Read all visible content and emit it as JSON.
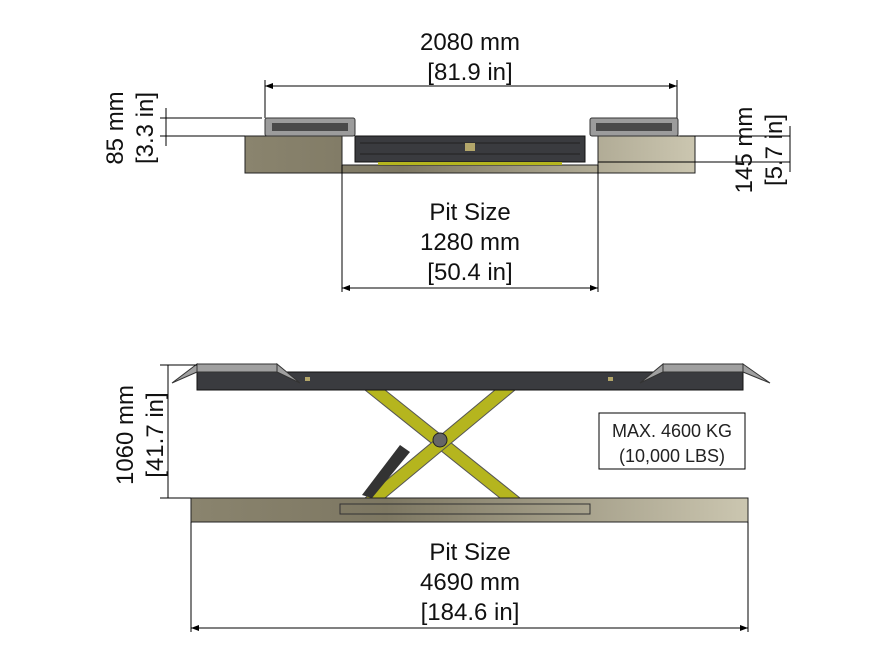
{
  "top_view": {
    "overall_width_mm": "2080 mm",
    "overall_width_in": "[81.9 in]",
    "ramp_height_mm": "85 mm",
    "ramp_height_in": "[3.3 in]",
    "pit_depth_mm": "145 mm",
    "pit_depth_in": "[5.7 in]",
    "pit_label": "Pit Size",
    "pit_width_mm": "1280 mm",
    "pit_width_in": "[50.4 in]"
  },
  "side_view": {
    "lift_height_mm": "1060 mm",
    "lift_height_in": "[41.7 in]",
    "capacity_line1": "MAX. 4600 KG",
    "capacity_line2": "(10,000 LBS)",
    "pit_label": "Pit Size",
    "pit_length_mm": "4690 mm",
    "pit_length_in": "[184.6 in]"
  },
  "colors": {
    "concrete_dark": "#857f6a",
    "concrete_light": "#c4bea8",
    "platform": "#3a3b3f",
    "scissor": "#b5b51e"
  }
}
